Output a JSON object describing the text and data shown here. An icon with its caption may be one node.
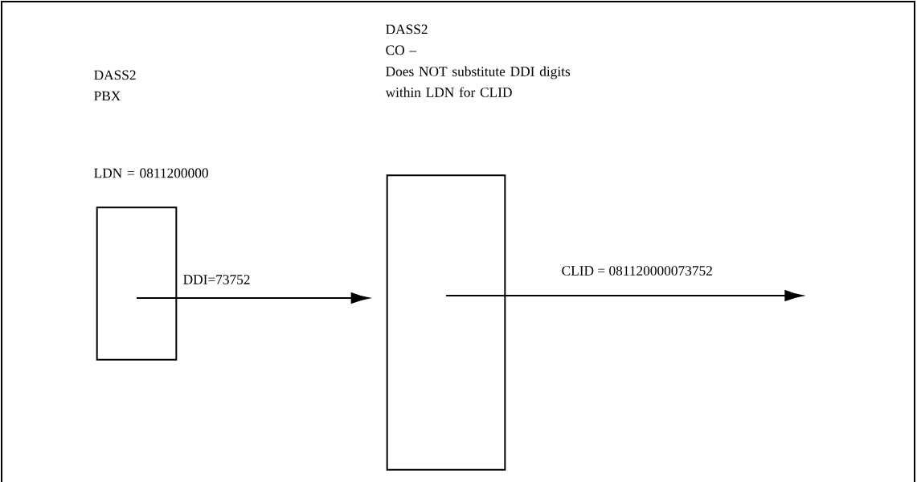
{
  "diagram": {
    "nodes": [
      {
        "text": [
          "DASS2 PBX",
          "LDN = 0811200000"
        ]
      },
      {
        "text": [],
        "shape": "box"
      }
    ],
    "edges": [
      {
        "from": 0,
        "to": 1,
        "arrow": "to",
        "label": "DDI=73752"
      },
      {
        "from": 1,
        "to": null,
        "arrow": "to",
        "label": "CLID = 081120000073752"
      }
    ],
    "labels": [
      "DASS2 CO –",
      "Does NOT substitute DDI digits within LDN for CLID"
    ]
  }
}
